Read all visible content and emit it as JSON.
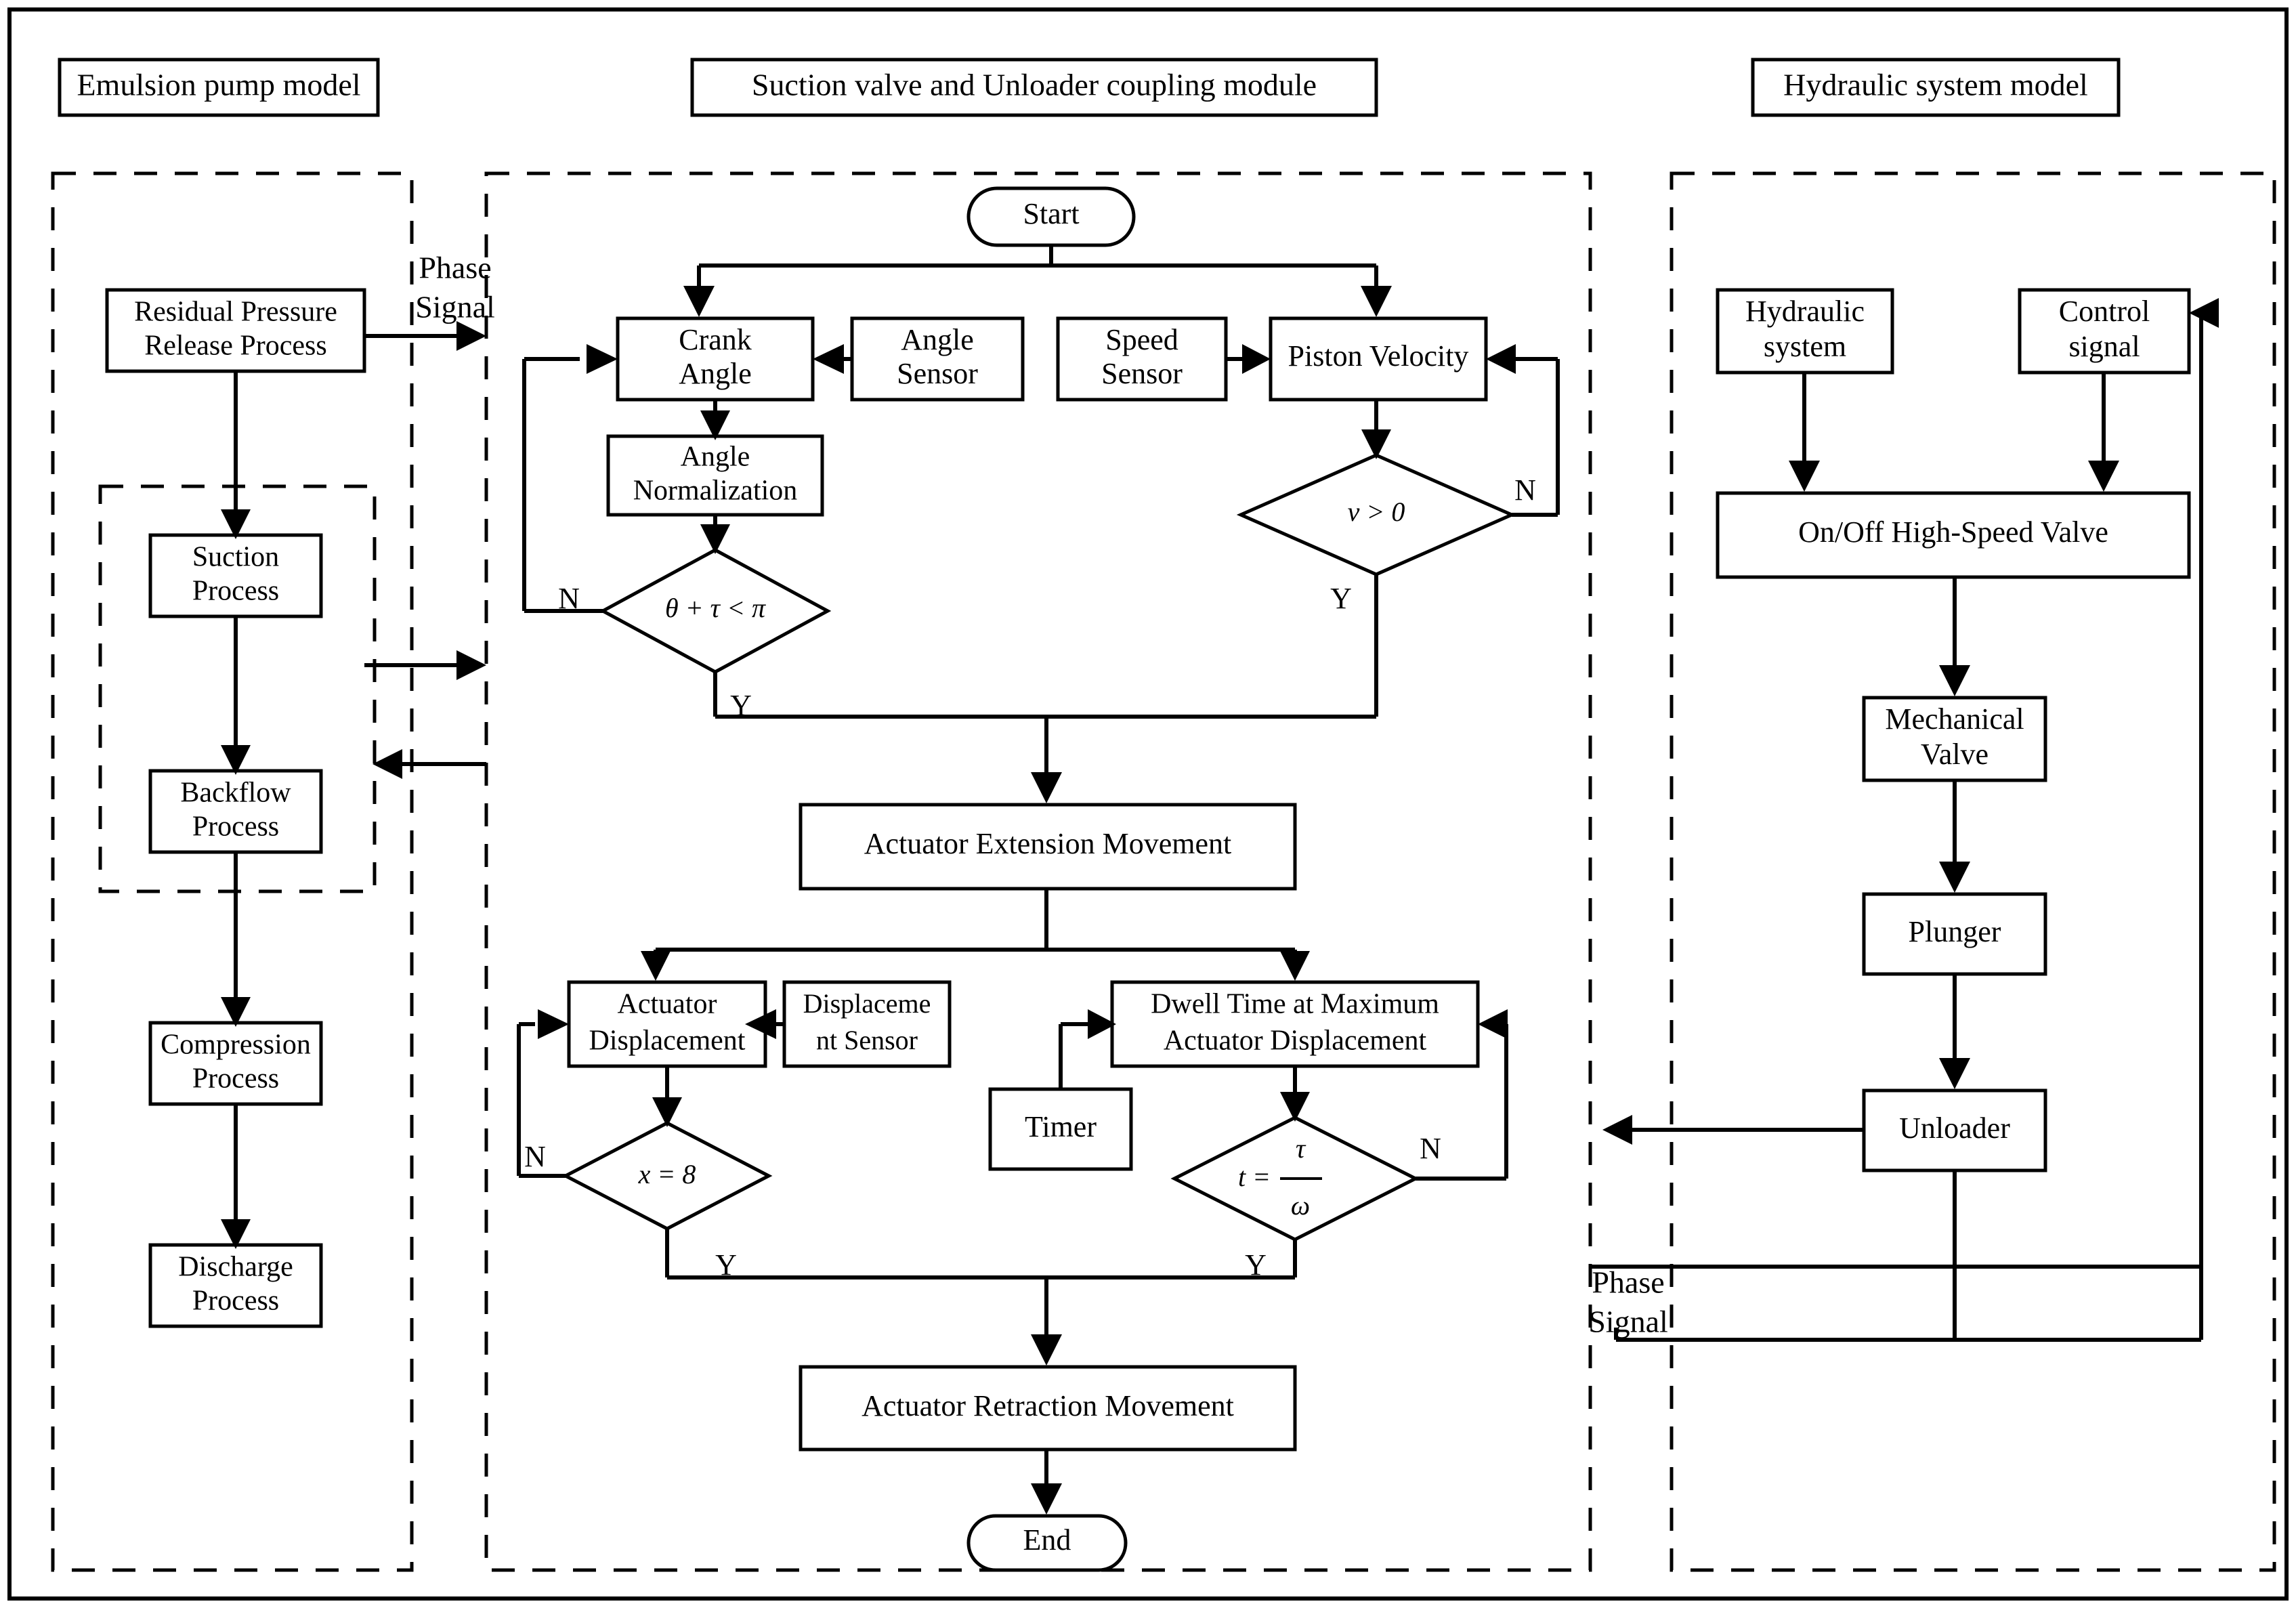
{
  "figure": {
    "title": "Suction valve and Unloader coupling module flowchart",
    "panels": [
      {
        "id": "left",
        "header": "Emulsion pump model"
      },
      {
        "id": "center",
        "header": "Suction valve and Unloader coupling module"
      },
      {
        "id": "right",
        "header": "Hydraulic system model"
      }
    ]
  },
  "left_panel": {
    "header": "Emulsion pump model",
    "nodes": {
      "residual": "Residual Pressure\nRelease Process",
      "residual_l1": "Residual Pressure",
      "residual_l2": "Release Process",
      "suction_l1": "Suction",
      "suction_l2": "Process",
      "backflow_l1": "Backflow",
      "backflow_l2": "Process",
      "compression_l1": "Compression",
      "compression_l2": "Process",
      "discharge_l1": "Discharge",
      "discharge_l2": "Process"
    },
    "edge_labels": {
      "phase_signal_l1": "Phase",
      "phase_signal_l2": "Signal"
    }
  },
  "center_panel": {
    "header": "Suction valve and Unloader coupling module",
    "nodes": {
      "start": "Start",
      "end": "End",
      "crank_l1": "Crank",
      "crank_l2": "Angle",
      "angle_sensor_l1": "Angle",
      "angle_sensor_l2": "Sensor",
      "speed_sensor_l1": "Speed",
      "speed_sensor_l2": "Sensor",
      "piston_velocity": "Piston Velocity",
      "angle_norm_l1": "Angle",
      "angle_norm_l2": "Normalization",
      "actuator_extension": "Actuator Extension Movement",
      "actuator_retraction": "Actuator Retraction Movement",
      "actuator_disp_l1": "Actuator",
      "actuator_disp_l2": "Displacement",
      "disp_sensor_l1": "Displaceme",
      "disp_sensor_l2": "nt Sensor",
      "dwell_l1": "Dwell Time at Maximum",
      "dwell_l2": "Actuator Displacement",
      "timer": "Timer"
    },
    "decisions": {
      "theta": {
        "expr_lhs": "θ + τ",
        "op": "<",
        "rhs": "π",
        "full": "θ + τ < π",
        "yes": "Y",
        "no": "N"
      },
      "velocity": {
        "full": "v > 0",
        "var": "v",
        "op": ">",
        "rhs": "0",
        "yes": "Y",
        "no": "N"
      },
      "displacement": {
        "full": "x = 8",
        "var": "x",
        "op": "=",
        "rhs": "8",
        "yes": "Y",
        "no": "N"
      },
      "dwell_time": {
        "lhs": "t =",
        "num": "τ",
        "den": "ω",
        "full": "t = τ/ω",
        "yes": "Y",
        "no": "N"
      }
    }
  },
  "right_panel": {
    "header": "Hydraulic system model",
    "nodes": {
      "hydraulic_l1": "Hydraulic",
      "hydraulic_l2": "system",
      "control_l1": "Control",
      "control_l2": "signal",
      "onoff_valve": "On/Off High-Speed Valve",
      "mech_valve_l1": "Mechanical",
      "mech_valve_l2": "Valve",
      "plunger": "Plunger",
      "unloader": "Unloader"
    },
    "edge_labels": {
      "phase_signal_l1": "Phase",
      "phase_signal_l2": "Signal"
    }
  },
  "colors": {
    "stroke": "#000000",
    "fill": "#ffffff",
    "background": "#ffffff"
  }
}
